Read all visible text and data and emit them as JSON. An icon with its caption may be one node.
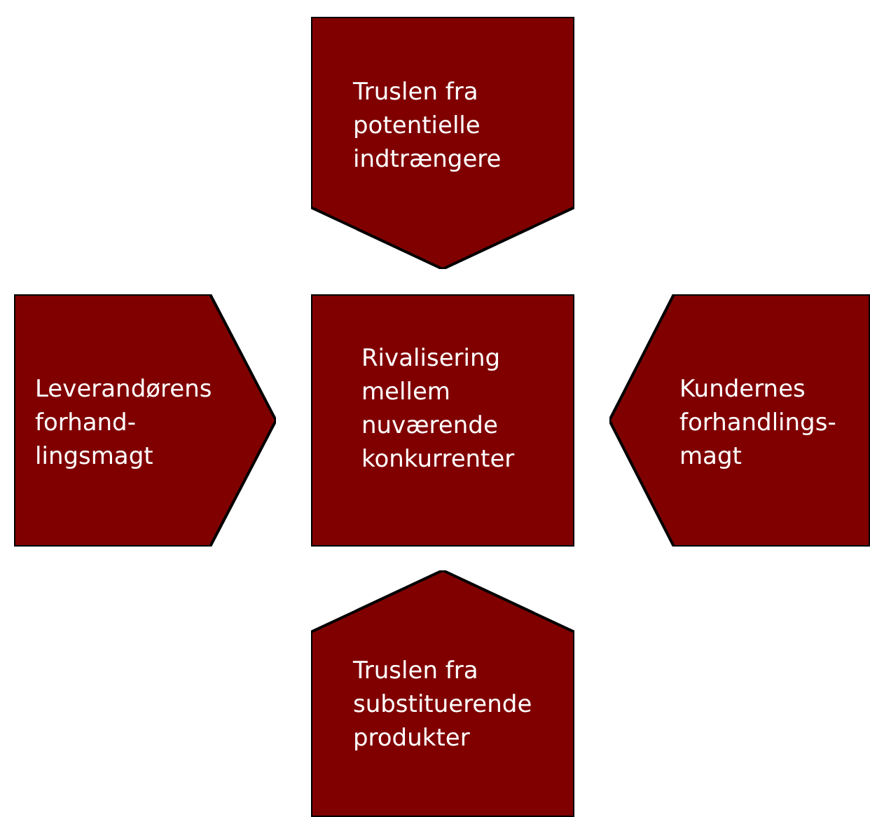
{
  "diagram": {
    "nodes": [
      {
        "text": [
          "Truslen fra potentielle indtrængere"
        ]
      },
      {
        "text": [
          "Leverandørens forhand- lingsmagt"
        ]
      },
      {
        "text": [
          "Rivalisering mellem nuværende konkurrenter"
        ]
      },
      {
        "text": [
          "Kundernes forhandlings- magt"
        ]
      },
      {
        "text": [
          "Truslen fra substituerende produkter"
        ]
      }
    ]
  }
}
